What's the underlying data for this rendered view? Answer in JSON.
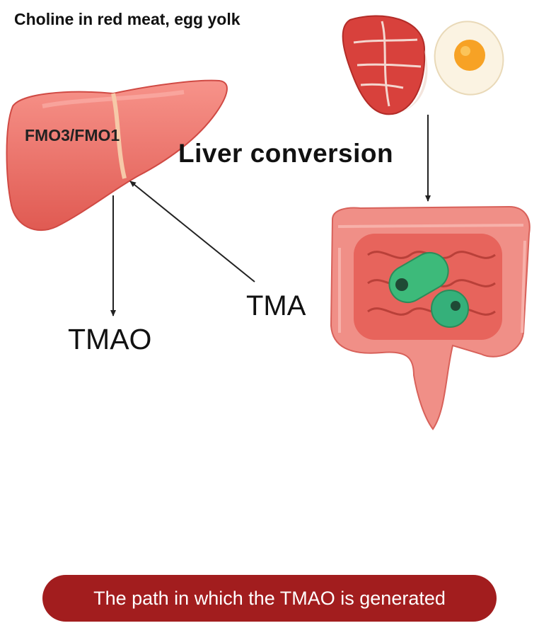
{
  "labels": {
    "source": "Choline in red meat, egg yolk",
    "liver_conversion": "Liver conversion",
    "enzymes": "FMO3/FMO1",
    "tma": "TMA",
    "tmao": "TMAO"
  },
  "caption": "The path in which the TMAO is generated",
  "colors": {
    "caption_bg": "#a21d1e",
    "liver": "#ee6b63",
    "intestine": "#f08f87",
    "bacteria": "#3dba7a",
    "meat": "#d8413c",
    "egg_yolk": "#f7a225"
  },
  "icons": [
    "liver-icon",
    "meat-icon",
    "egg-icon",
    "intestine-icon",
    "bacteria-icon"
  ]
}
